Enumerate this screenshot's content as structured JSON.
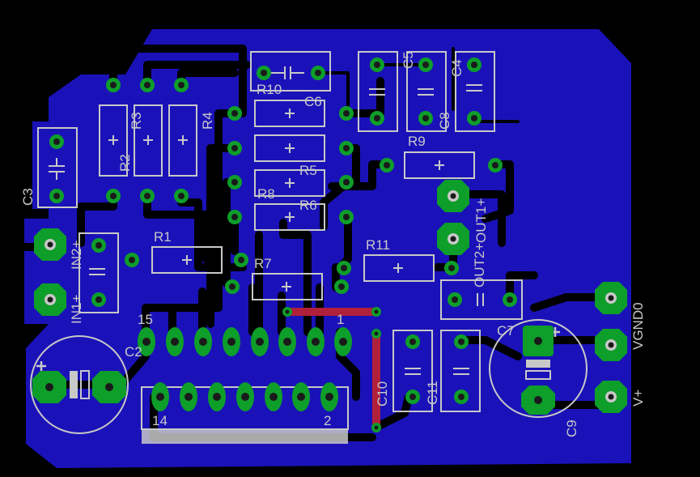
{
  "colors": {
    "background": "#000000",
    "copper_pour": "#1a12b8",
    "pad": "#0e9e2a",
    "silkscreen": "#c8c8c8",
    "top_trace": "#b0203a"
  },
  "labels": {
    "R10": "R10",
    "C6": "C6",
    "C5": "C5",
    "C4": "C4",
    "C8": "C8",
    "R3": "R3",
    "R4": "R4",
    "R2": "R2",
    "C3": "C3",
    "R9": "R9",
    "R5": "R5",
    "R8": "R8",
    "R6": "R6",
    "OUT1": "OUT1+",
    "OUT2": "OUT2+",
    "R1": "R1",
    "IN2": "IN2+",
    "R11": "R11",
    "IN1": "IN1+",
    "R7": "R7",
    "C7": "C7",
    "VGND0": "VGND0",
    "pin15": "15",
    "pin1": "1",
    "C2": "C2",
    "C10": "C10",
    "C11": "C11",
    "Vplus": "V+",
    "pin14": "14",
    "pin2": "2",
    "C9": "C9"
  }
}
